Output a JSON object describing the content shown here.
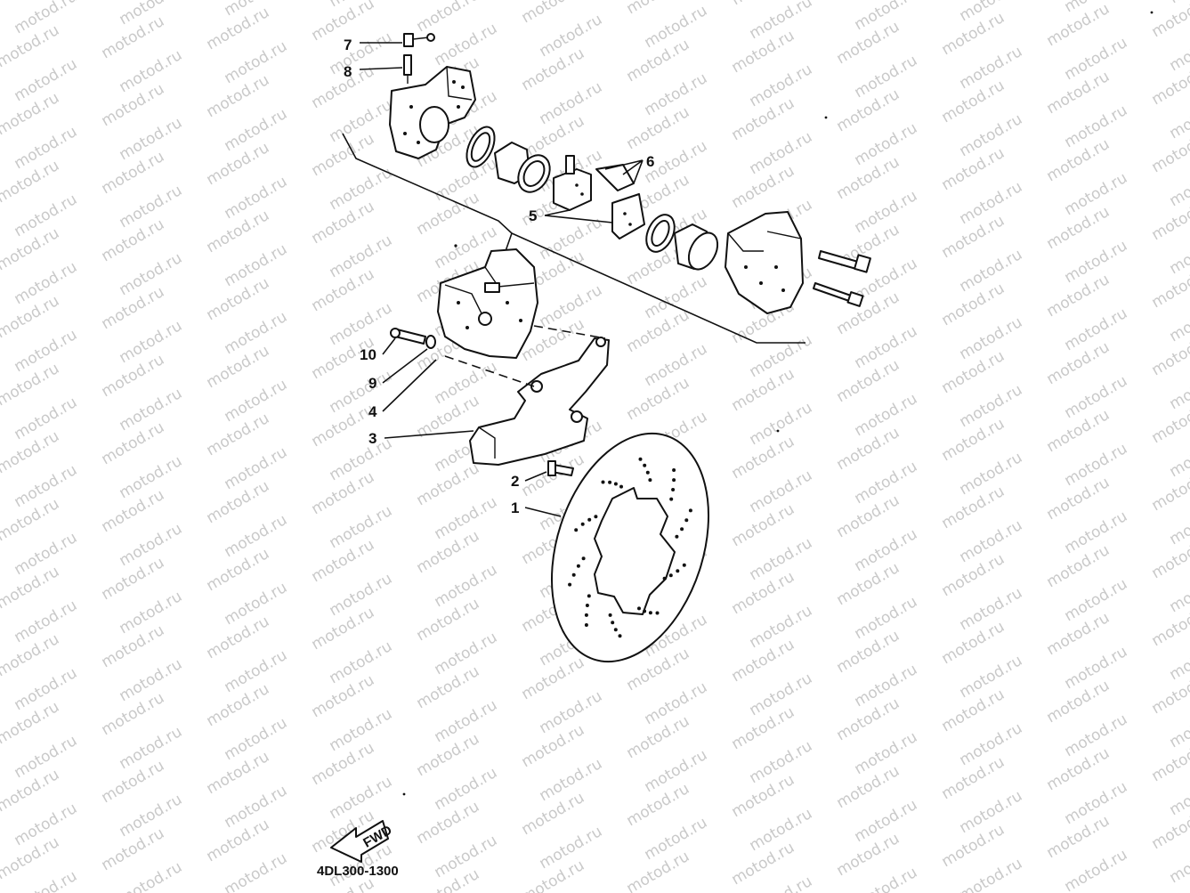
{
  "diagram": {
    "watermark": "motod.ru",
    "diagram_code": "4DL300-1300",
    "direction_label": "FWD",
    "callouts": [
      {
        "id": "7",
        "label": "7"
      },
      {
        "id": "8",
        "label": "8"
      },
      {
        "id": "6",
        "label": "6"
      },
      {
        "id": "5",
        "label": "5"
      },
      {
        "id": "10",
        "label": "10"
      },
      {
        "id": "9",
        "label": "9"
      },
      {
        "id": "4",
        "label": "4"
      },
      {
        "id": "3",
        "label": "3"
      },
      {
        "id": "2",
        "label": "2"
      },
      {
        "id": "1",
        "label": "1"
      }
    ]
  }
}
